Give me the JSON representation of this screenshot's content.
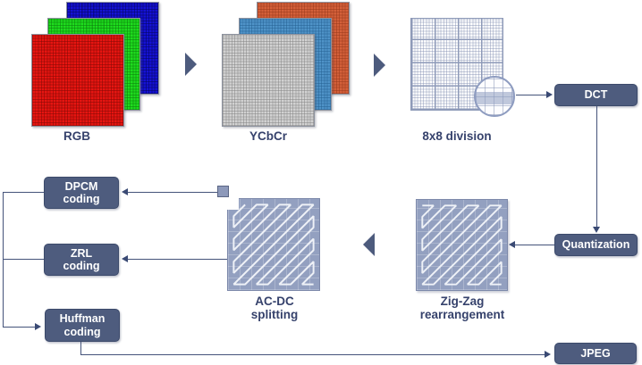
{
  "stages": {
    "rgb": {
      "label": "RGB"
    },
    "ycbcr": {
      "label": "YCbCr"
    },
    "division": {
      "label": "8x8 division"
    },
    "dct": {
      "label": "DCT"
    },
    "quantization": {
      "label": "Quantization"
    },
    "zigzag": {
      "line1": "Zig-Zag",
      "line2": "rearrangement"
    },
    "acdc": {
      "line1": "AC-DC",
      "line2": "splitting"
    },
    "dpcm": {
      "line1": "DPCM",
      "line2": "coding"
    },
    "zrl": {
      "line1": "ZRL",
      "line2": "coding"
    },
    "huffman": {
      "line1": "Huffman",
      "line2": "coding"
    },
    "jpeg": {
      "label": "JPEG"
    }
  },
  "colors": {
    "node_bg": "#4e5c7e",
    "node_text": "#ffffff",
    "label_text": "#36426c",
    "connector": "#44537a",
    "flow_arrow": "#4d5b7d",
    "tile_fill": "#93a0c0",
    "zigzag_stroke": "#eef1f7",
    "grid_line": "#8e9ab8",
    "rgb_red": "#e71511",
    "rgb_green": "#1edc1e",
    "rgb_blue": "#1512d6",
    "ycbcr_y": "#d2d2d2",
    "ycbcr_cb": "#4f93c8",
    "ycbcr_cr": "#d4603a"
  }
}
